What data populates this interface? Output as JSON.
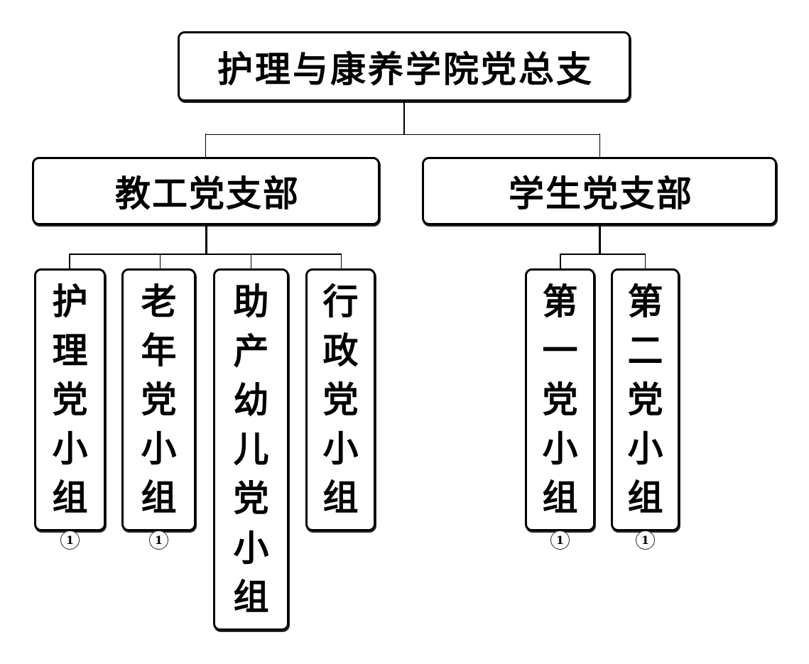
{
  "org": {
    "root": {
      "label": "护理与康养学院党总支"
    },
    "branches": [
      {
        "label": "教工党支部",
        "groups": [
          {
            "label": "护理党小组",
            "badge": "1"
          },
          {
            "label": "老年党小组",
            "badge": "1"
          },
          {
            "label": "助产幼儿党小组"
          },
          {
            "label": "行政党小组"
          }
        ]
      },
      {
        "label": "学生党支部",
        "groups": [
          {
            "label": "第一党小组",
            "badge": "1"
          },
          {
            "label": "第二党小组",
            "badge": "1"
          }
        ]
      }
    ],
    "colors": {
      "line": "#000000",
      "box_border": "#000000",
      "box_fill": "#ffffff",
      "text": "#000000",
      "badge_fill": "#ffffff",
      "page_background": "#ffffff"
    }
  }
}
